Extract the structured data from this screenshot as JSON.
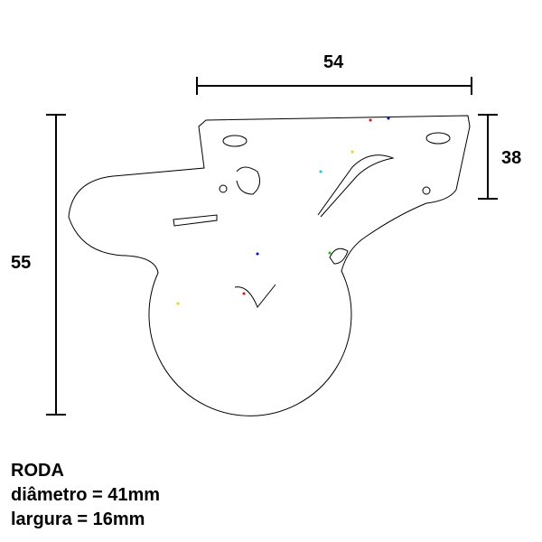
{
  "dimensions": {
    "width": "54",
    "height_plate": "38",
    "height_total": "55"
  },
  "caption": {
    "title": "RODA",
    "diameter": "diâmetro = 41mm",
    "width": "largura = 16mm"
  },
  "colors": {
    "line": "#000000",
    "background": "#ffffff"
  }
}
